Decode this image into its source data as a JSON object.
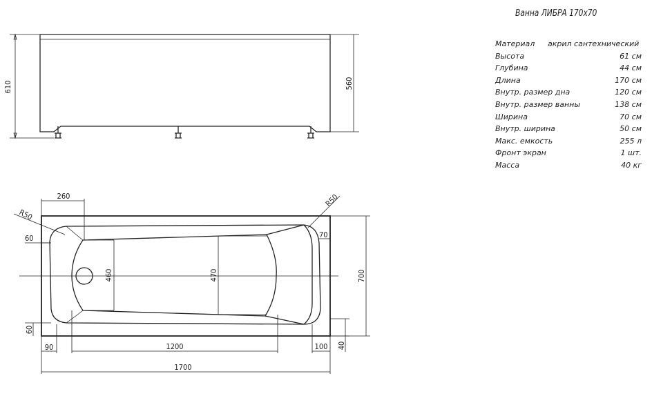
{
  "title": "Ванна ЛИБРА 170х70",
  "specs": [
    {
      "name": "Материал",
      "value": "акрил сантехнический"
    },
    {
      "name": "Высота",
      "value": "61 см"
    },
    {
      "name": "Глубина",
      "value": "44 см"
    },
    {
      "name": "Длина",
      "value": "170 см"
    },
    {
      "name": "Внутр. размер дна",
      "value": "120 см"
    },
    {
      "name": "Внутр. размер ванны",
      "value": "138 см"
    },
    {
      "name": "Ширина",
      "value": "70 см"
    },
    {
      "name": "Внутр. ширина",
      "value": "50 см"
    },
    {
      "name": "Макс. емкость",
      "value": "255 л"
    },
    {
      "name": "Фронт экран",
      "value": "1 шт."
    },
    {
      "name": "Масса",
      "value": "40 кг"
    }
  ],
  "side_view": {
    "height_total": "610",
    "height_inner": "560"
  },
  "top_view": {
    "dim_260": "260",
    "dim_r50_left": "R50",
    "dim_r50_right": "R50",
    "dim_60_top": "60",
    "dim_70": "70",
    "dim_460": "460",
    "dim_470": "470",
    "dim_700": "700",
    "dim_60_bottom": "60",
    "dim_90": "90",
    "dim_1200": "1200",
    "dim_100": "100",
    "dim_40": "40",
    "dim_1700": "1700"
  }
}
